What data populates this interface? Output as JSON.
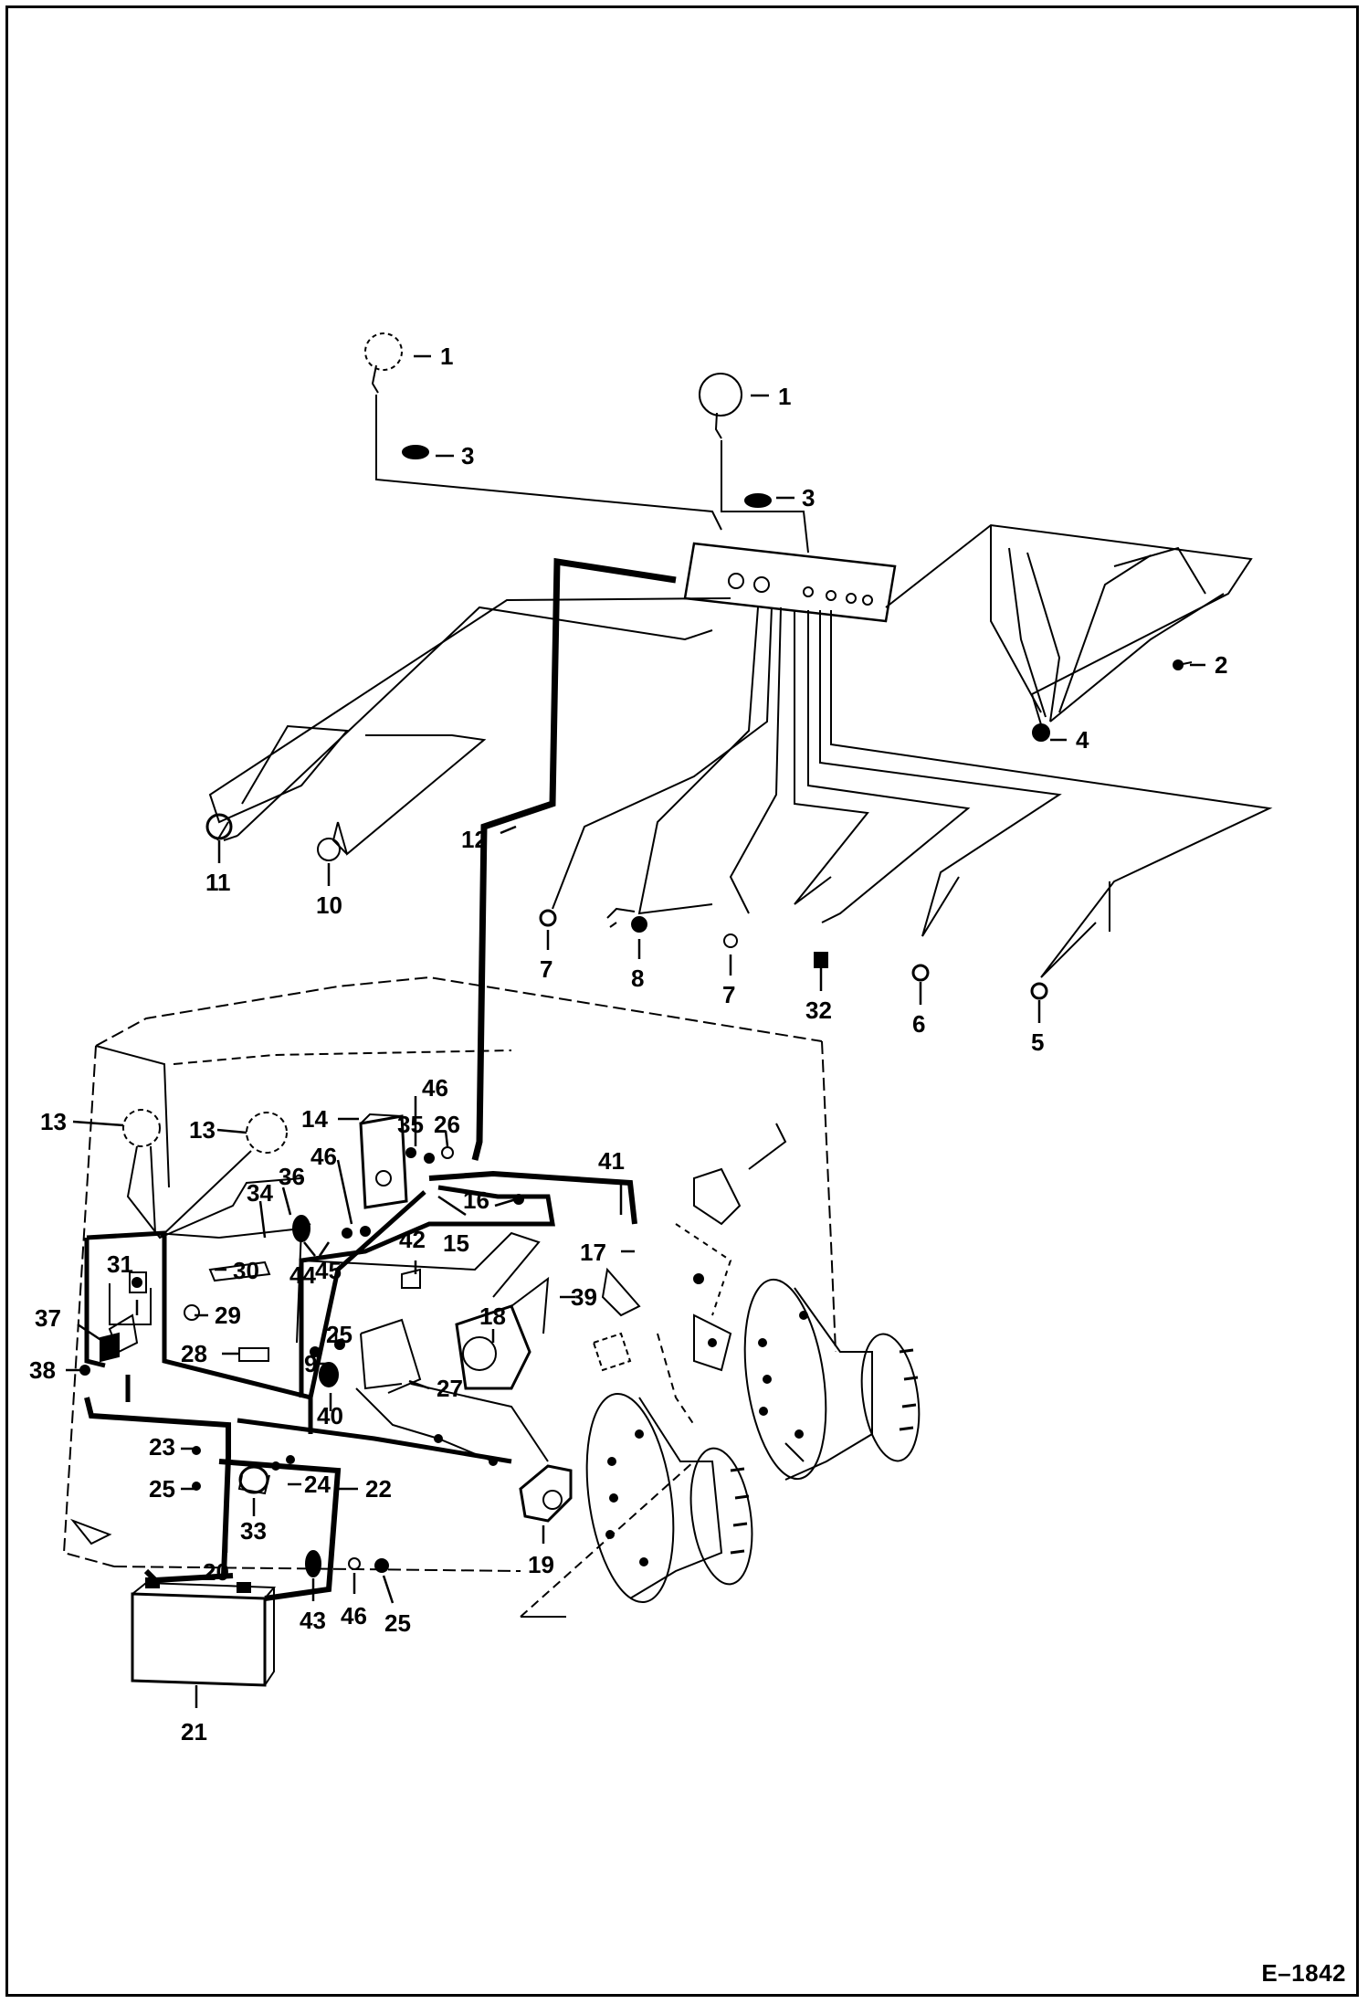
{
  "figure_id": "E–1842",
  "callouts": [
    "1",
    "1",
    "3",
    "3",
    "2",
    "4",
    "12",
    "11",
    "10",
    "7",
    "8",
    "7",
    "32",
    "6",
    "5",
    "46",
    "13",
    "13",
    "14",
    "35",
    "26",
    "41",
    "46",
    "36",
    "34",
    "16",
    "15",
    "17",
    "31",
    "30",
    "45",
    "44",
    "42",
    "18",
    "39",
    "37",
    "29",
    "25",
    "38",
    "28",
    "9",
    "27",
    "40",
    "23",
    "24",
    "22",
    "25",
    "33",
    "20",
    "19",
    "43",
    "46",
    "25",
    "21"
  ]
}
